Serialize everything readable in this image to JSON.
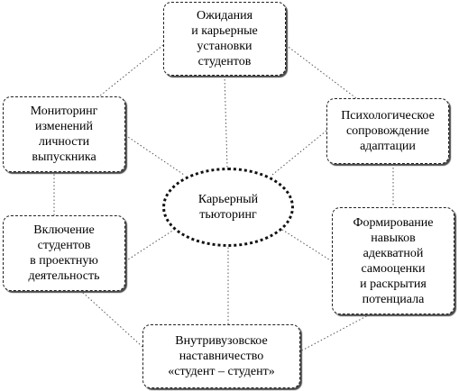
{
  "diagram": {
    "center": {
      "label": "Карьерный\nтьюторинг"
    },
    "nodes": {
      "top": {
        "label": "Ожидания\nи карьерные\nустановки\nстудентов"
      },
      "monitoring": {
        "label": "Мониторинг\nизменений\nличности\nвыпускника"
      },
      "psychological": {
        "label": "Психологическое\nсопровождение\nадаптации"
      },
      "inclusion": {
        "label": "Включение\nстудентов\nв проектную\nдеятельность"
      },
      "formation": {
        "label": "Формирование\nнавыков\nадекватной\nсамооценки\nи раскрытия\nпотенциала"
      },
      "bottom": {
        "label": "Внутривузовское\nнаставничество\n«студент – студент»"
      }
    },
    "colors": {
      "border": "#222222",
      "shadow": "#4a4a4a",
      "text": "#000000",
      "connector": "#555555"
    }
  }
}
